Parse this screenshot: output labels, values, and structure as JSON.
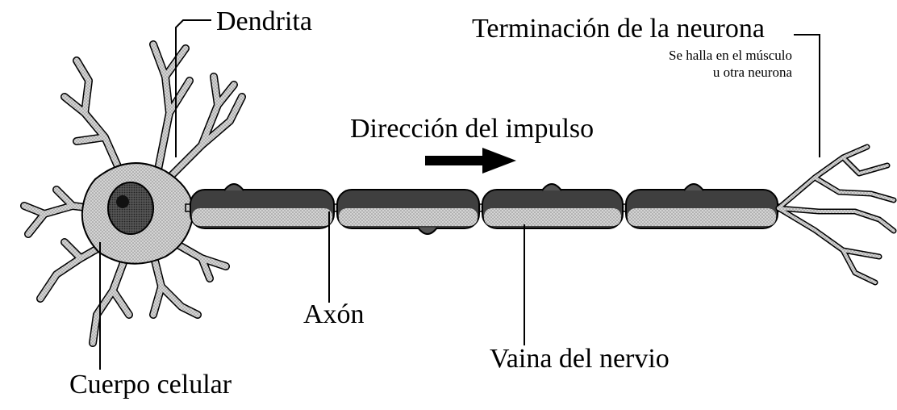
{
  "labels": {
    "dendrite": "Dendrita",
    "terminal": "Terminación de la neurona",
    "terminal_note_line1": "Se halla en el músculo",
    "terminal_note_line2": "u otra neurona",
    "impulse_direction": "Dirección del impulso",
    "axon": "Axón",
    "sheath": "Vaina del nervio",
    "cell_body": "Cuerpo celular"
  }
}
